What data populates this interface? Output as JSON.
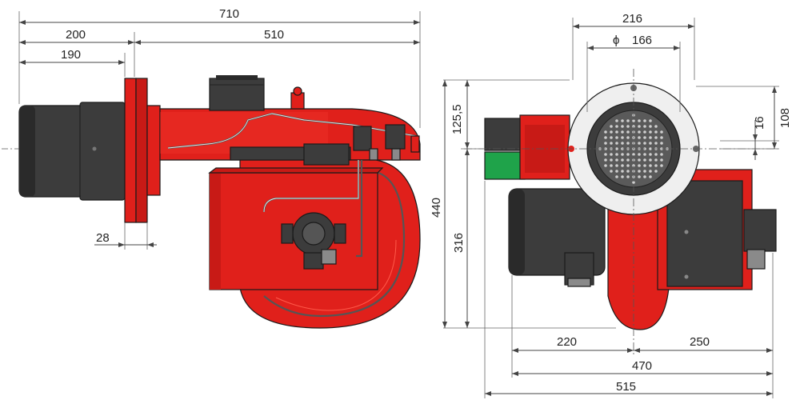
{
  "side_view": {
    "dimensions": {
      "overall_length": "710",
      "front_length": "200",
      "head_length": "190",
      "body_length": "510",
      "flange_thickness": "28"
    }
  },
  "front_view": {
    "dimensions": {
      "flange_width": "216",
      "head_diameter_symbol": "ϕ",
      "head_diameter": "166",
      "top_offset": "125,5",
      "right_offset_upper": "108",
      "right_offset_small": "16",
      "total_height": "440",
      "lower_height": "316",
      "left_width": "220",
      "right_width": "250",
      "base_width": "470",
      "overall_width": "515"
    }
  },
  "colors": {
    "body": "#e0201b",
    "motor": "#3c3c3c",
    "flange_plate": "#efefef",
    "connector_green": "#1fa34a"
  }
}
